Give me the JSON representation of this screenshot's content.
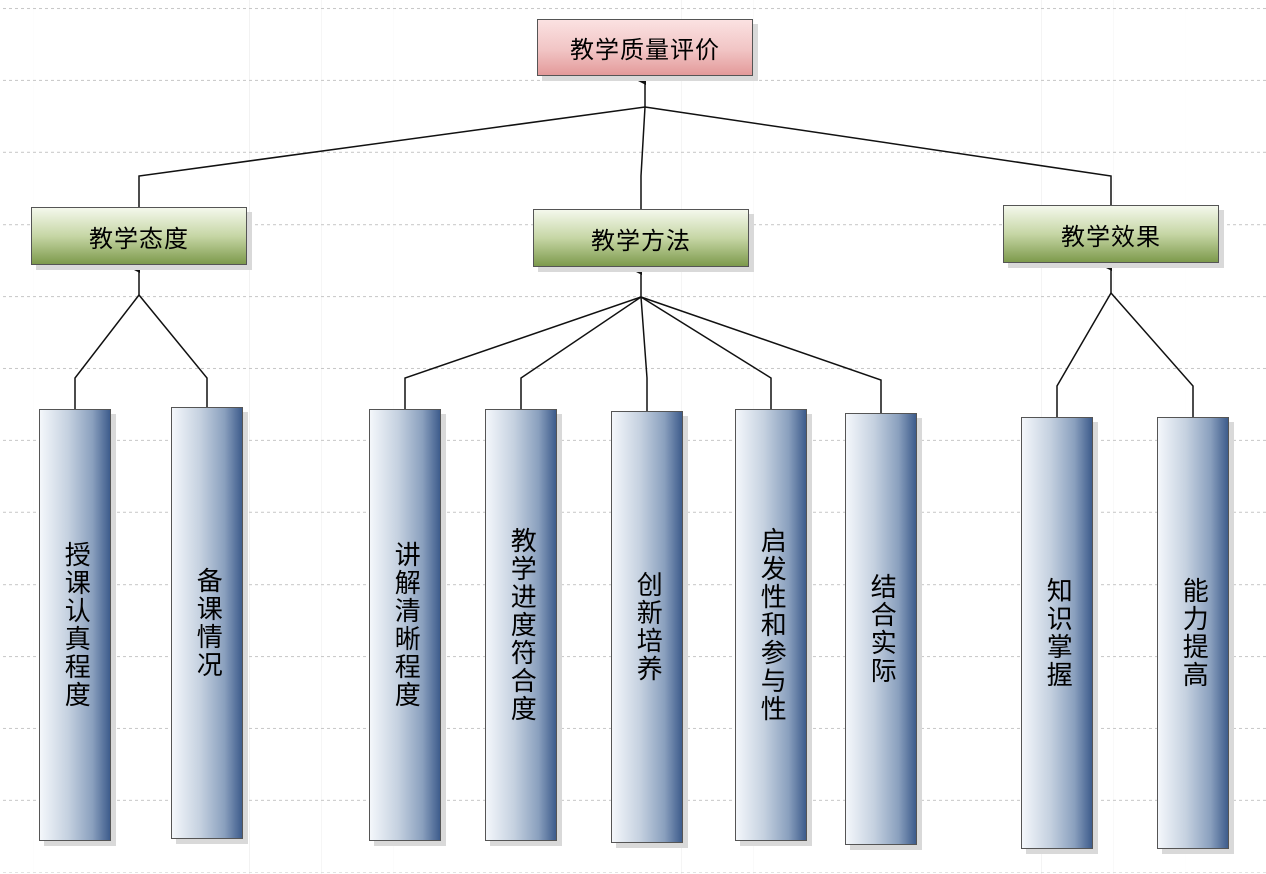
{
  "diagram": {
    "root": {
      "label": "教学质量评价"
    },
    "categories": [
      {
        "label": "教学态度",
        "children": [
          "授课认真程度",
          "备课情况"
        ]
      },
      {
        "label": "教学方法",
        "children": [
          "讲解清晰程度",
          "教学进度符合度",
          "创新培养",
          "启发性和参与性",
          "结合实际"
        ]
      },
      {
        "label": "教学效果",
        "children": [
          "知识掌握",
          "能力提高"
        ]
      }
    ]
  },
  "colors": {
    "line": "#111111",
    "root_fill": "#f1c4c4",
    "category_fill": "#9db46c",
    "leaf_fill": "#5e7aa6",
    "grid": "#c8c8c8"
  }
}
